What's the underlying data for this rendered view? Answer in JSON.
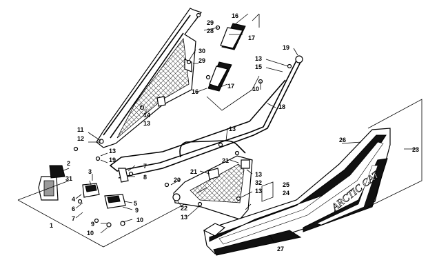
{
  "callouts": [
    "1",
    "2",
    "3",
    "4",
    "5",
    "6",
    "7",
    "8",
    "9",
    "10",
    "11",
    "12",
    "13",
    "14",
    "15",
    "16",
    "17",
    "18",
    "19",
    "20",
    "21",
    "22",
    "23",
    "24",
    "25",
    "26",
    "27",
    "28",
    "29",
    "30",
    "31",
    "32"
  ],
  "logo_text": "ARCTIC CAT"
}
